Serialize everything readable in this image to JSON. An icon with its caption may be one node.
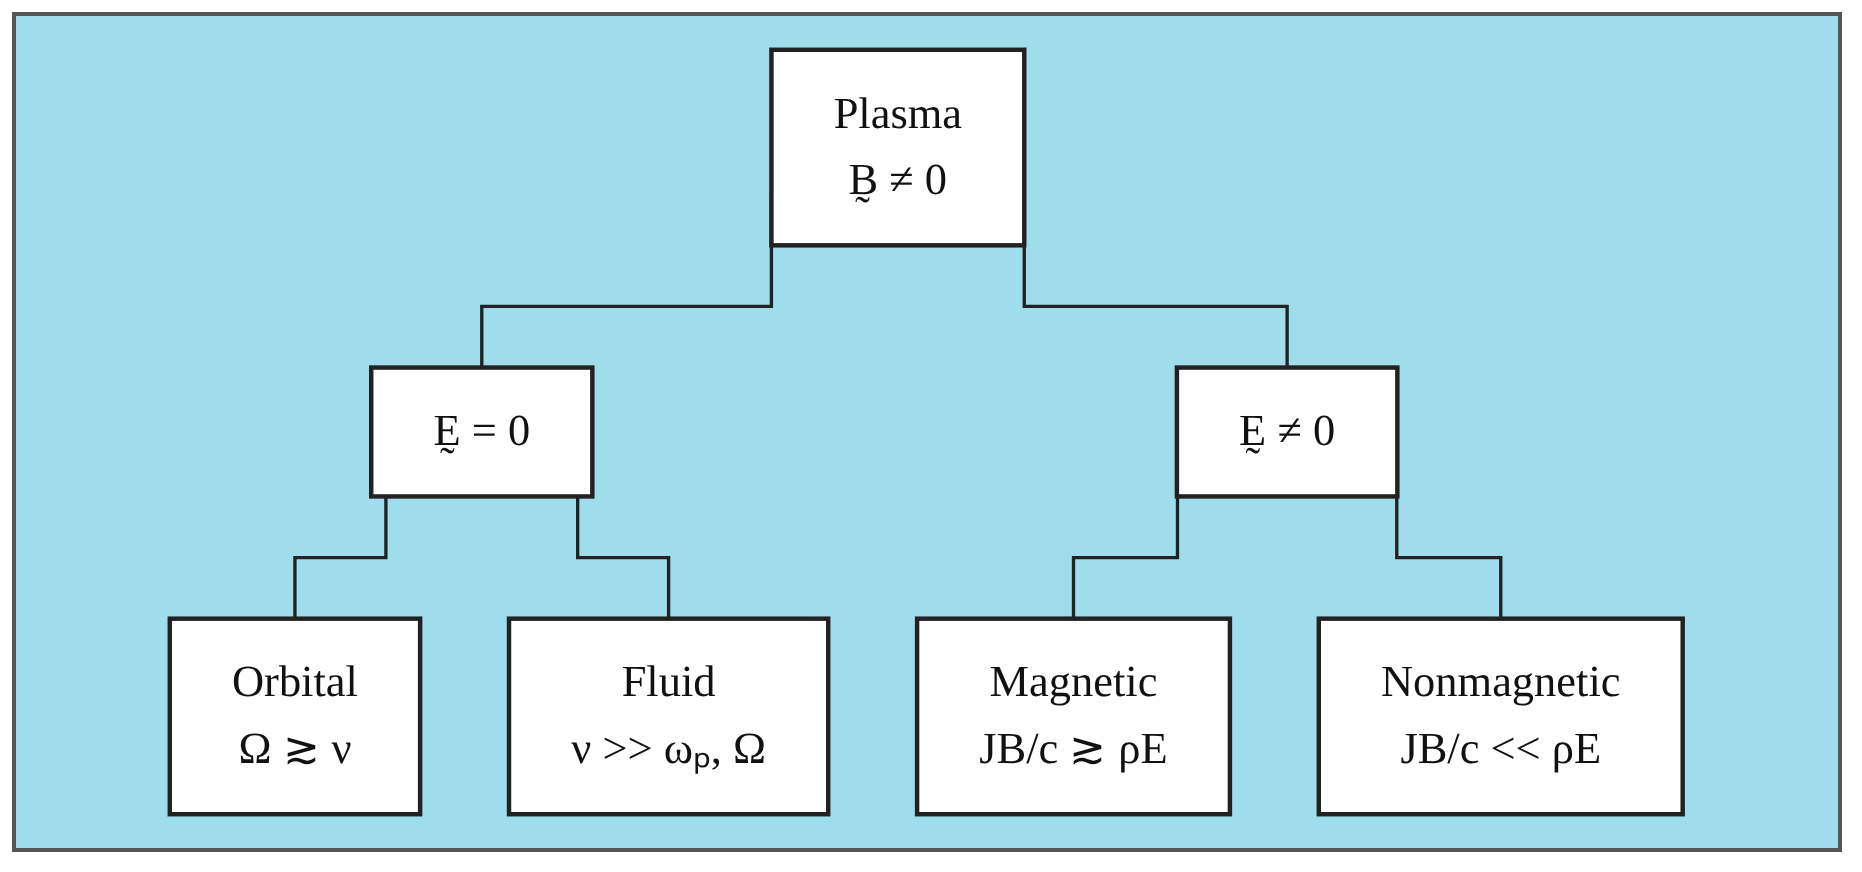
{
  "diagram": {
    "nodes": [
      {
        "text": [
          "Plasma",
          "B̰ ≠ 0"
        ]
      },
      {
        "text": [
          "Ḛ = 0"
        ]
      },
      {
        "text": [
          "Ḛ ≠ 0"
        ]
      },
      {
        "text": [
          "Orbital",
          "Ω ≳ ν"
        ]
      },
      {
        "text": [
          "Fluid",
          "ν >> ωₚ, Ω"
        ]
      },
      {
        "text": [
          "Magnetic",
          "JB/c ≳ ρE"
        ]
      },
      {
        "text": [
          "Nonmagnetic",
          "JB/c << ρE"
        ]
      }
    ],
    "edges": [
      {
        "from": 0,
        "to": 1,
        "arrow": "none"
      },
      {
        "from": 0,
        "to": 2,
        "arrow": "none"
      },
      {
        "from": 1,
        "to": 3,
        "arrow": "none"
      },
      {
        "from": 1,
        "to": 4,
        "arrow": "none"
      },
      {
        "from": 2,
        "to": 5,
        "arrow": "none"
      },
      {
        "from": 2,
        "to": 6,
        "arrow": "none"
      }
    ]
  }
}
